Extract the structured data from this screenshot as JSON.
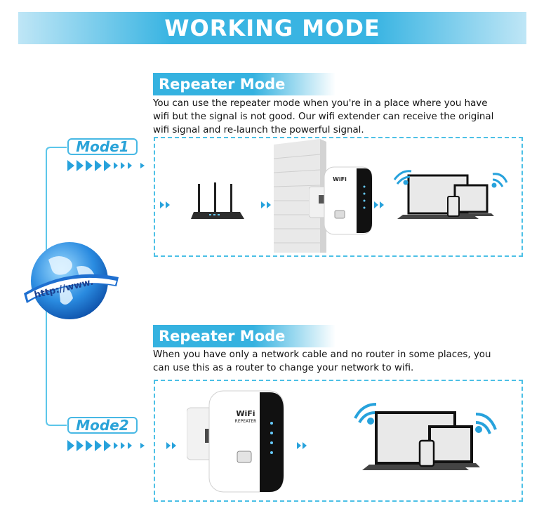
{
  "header": {
    "title": "WORKING MODE"
  },
  "section1": {
    "title": "Repeater Mode",
    "description_lines": [
      "You can use the repeater mode when you're in a place where you have",
      "wifi but the signal is not good. Our wifi extender can receive the original",
      "wifi signal and re-launch the powerful signal."
    ],
    "mode_label": "Mode1"
  },
  "section2": {
    "title": "Repeater Mode",
    "description_lines": [
      "When you have only a network cable and no router in some places, you",
      "can use this as a router to change your network to wifi."
    ],
    "mode_label": "Mode2"
  },
  "globe": {
    "text": "http://www."
  },
  "device": {
    "brand": "WiFi",
    "sub": "REPEATER"
  },
  "colors": {
    "accent": "#35b2e0",
    "dash": "#4cc0e6",
    "arrow": "#27a2dc",
    "device_black": "#111111"
  },
  "icons": [
    "globe-icon",
    "router-icon",
    "wifi-extender-icon",
    "laptop-icon",
    "phone-icon",
    "wifi-signal-icon",
    "arrow-icon"
  ]
}
